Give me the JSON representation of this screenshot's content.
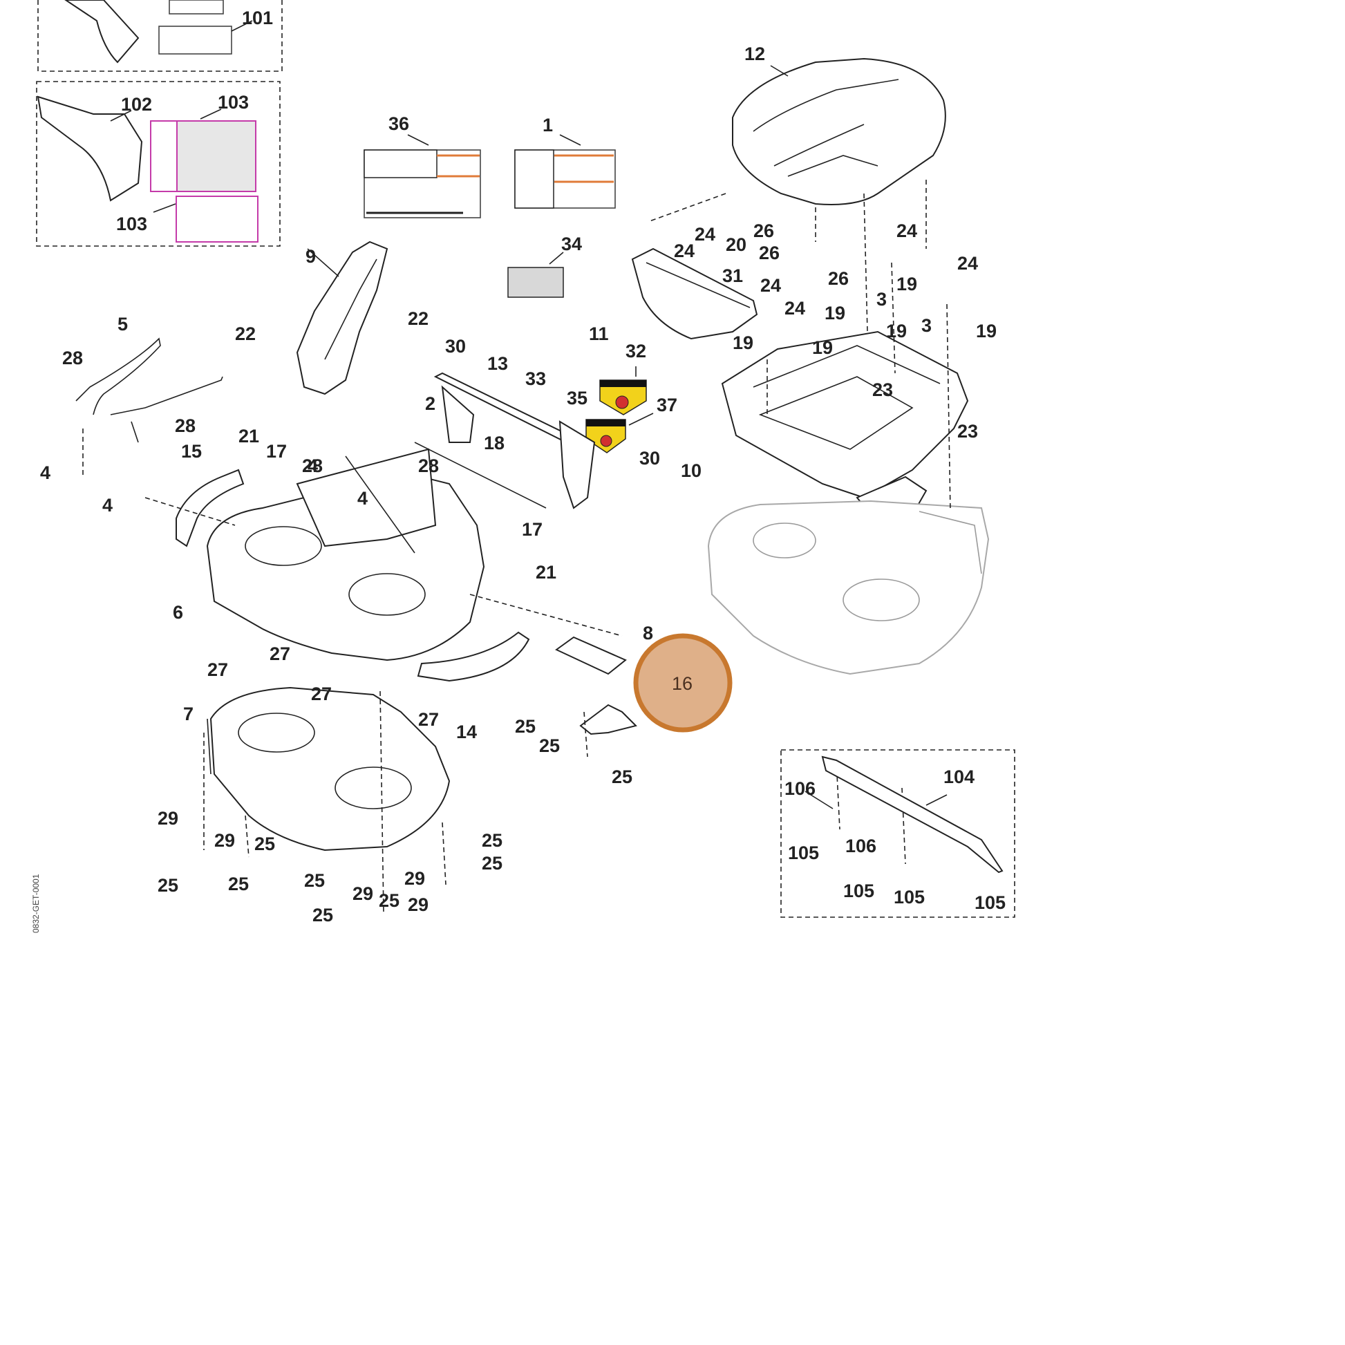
{
  "diagram": {
    "highlighted_part": "16",
    "drawing_code": "0832-GET-0001",
    "callouts": [
      "101",
      "102",
      "103",
      "103",
      "36",
      "1",
      "12",
      "34",
      "9",
      "22",
      "22",
      "30",
      "13",
      "33",
      "35",
      "32",
      "37",
      "30",
      "2",
      "18",
      "28",
      "5",
      "28",
      "28",
      "4",
      "4",
      "15",
      "21",
      "17",
      "28",
      "4",
      "4",
      "17",
      "21",
      "6",
      "27",
      "27",
      "27",
      "27",
      "14",
      "7",
      "8",
      "16",
      "25",
      "25",
      "25",
      "29",
      "29",
      "25",
      "25",
      "25",
      "25",
      "29",
      "29",
      "25",
      "29",
      "25",
      "25",
      "25",
      "11",
      "24",
      "24",
      "20",
      "26",
      "26",
      "24",
      "24",
      "31",
      "24",
      "24",
      "26",
      "19",
      "19",
      "3",
      "19",
      "3",
      "19",
      "19",
      "19",
      "23",
      "23",
      "10",
      "104",
      "106",
      "106",
      "105",
      "105",
      "105",
      "105"
    ]
  }
}
